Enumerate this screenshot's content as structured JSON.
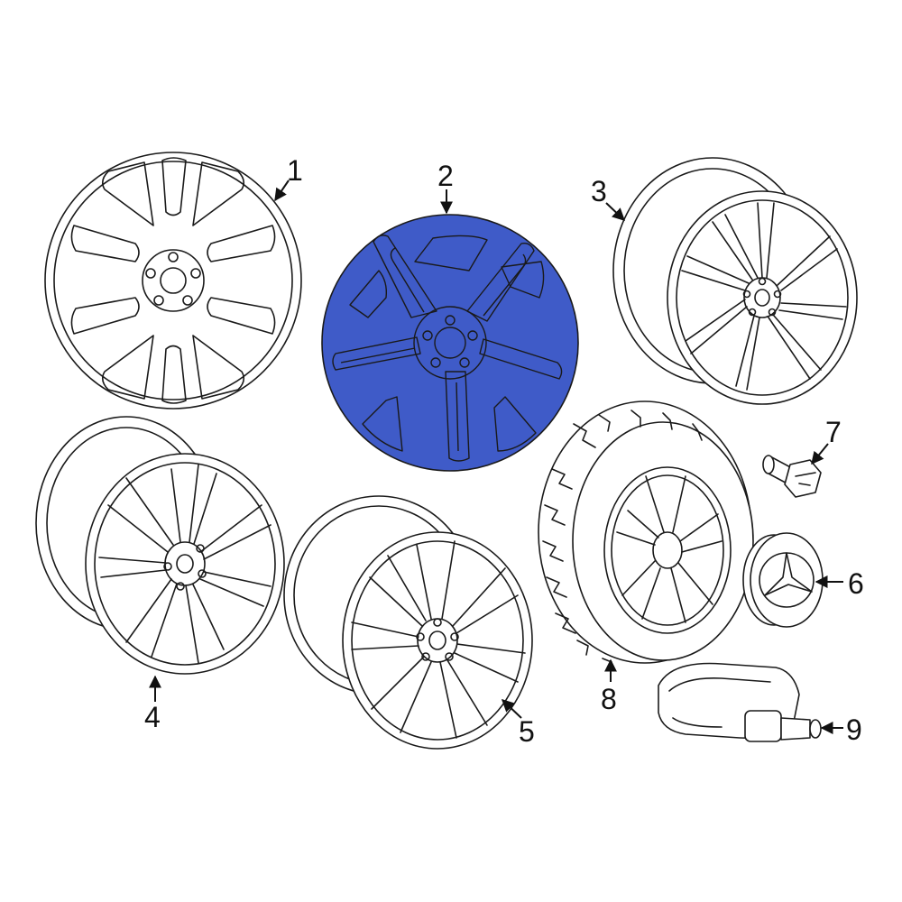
{
  "diagram": {
    "highlight_color": "#3f5bc8",
    "callouts": [
      {
        "id": "1",
        "label": "1"
      },
      {
        "id": "2",
        "label": "2"
      },
      {
        "id": "3",
        "label": "3"
      },
      {
        "id": "4",
        "label": "4"
      },
      {
        "id": "5",
        "label": "5"
      },
      {
        "id": "6",
        "label": "6"
      },
      {
        "id": "7",
        "label": "7"
      },
      {
        "id": "8",
        "label": "8"
      },
      {
        "id": "9",
        "label": "9"
      }
    ],
    "highlighted_part": "2"
  }
}
